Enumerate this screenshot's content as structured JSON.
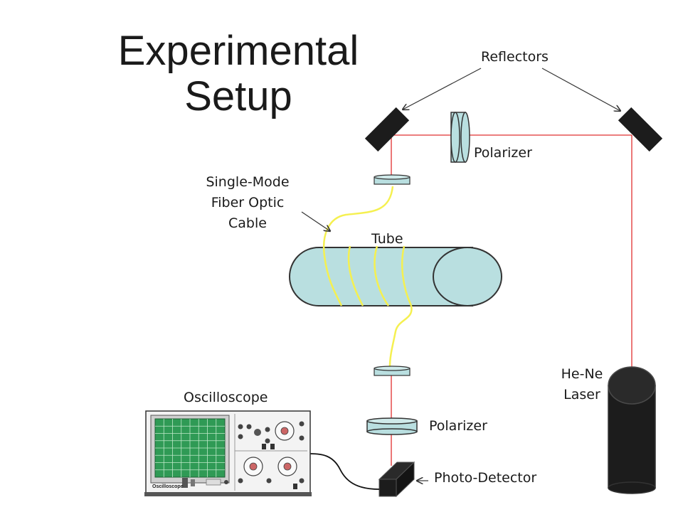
{
  "title": {
    "line1": "Experimental",
    "line2": "Setup"
  },
  "labels": {
    "reflectors": "Reflectors",
    "polarizer_top": "Polarizer",
    "fiber_line1": "Single-Mode",
    "fiber_line2": "Fiber Optic",
    "fiber_line3": "Cable",
    "tube": "Tube",
    "laser_line1": "He-Ne",
    "laser_line2": "Laser",
    "oscilloscope": "Oscilloscope",
    "polarizer_bottom": "Polarizer",
    "detector": "Photo-Detector",
    "scope_brand": "Oscilloscope"
  },
  "colors": {
    "beam": "#e03030",
    "fiber": "#f5f050",
    "optic_fill": "#b9dfe0",
    "dark": "#1c1c1c",
    "scope_screen": "#2f9a55"
  }
}
